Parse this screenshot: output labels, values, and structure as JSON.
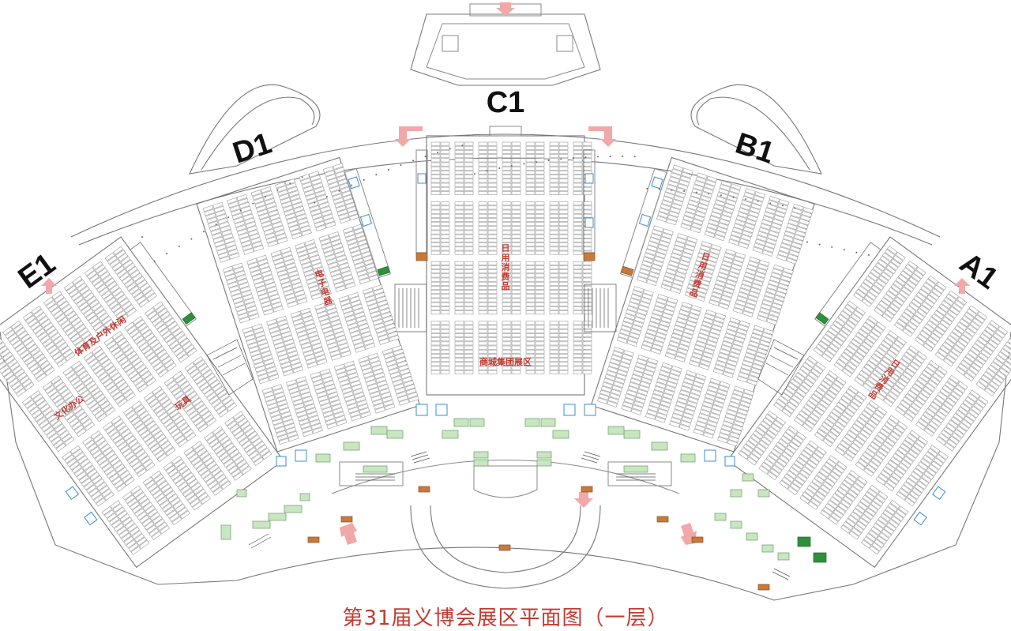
{
  "title": "第31届义博会展区平面图（一层）",
  "halls": [
    {
      "code": "C1"
    },
    {
      "code": "D1"
    },
    {
      "code": "B1"
    },
    {
      "code": "E1"
    },
    {
      "code": "A1"
    }
  ],
  "zones": [
    {
      "name": "日用消费品",
      "hall": "C1"
    },
    {
      "name": "商城集团展区",
      "hall": "C1"
    },
    {
      "name": "电子电器",
      "hall": "D1"
    },
    {
      "name": "日用消费品",
      "hall": "B1"
    },
    {
      "name": "体育及户外休闲",
      "hall": "E1"
    },
    {
      "name": "文化办公",
      "hall": "E1"
    },
    {
      "name": "玩具",
      "hall": "E1"
    },
    {
      "name": "日用消费品",
      "hall": "A1"
    }
  ],
  "colors": {
    "title": "#c23b32",
    "zone_label": "#c23b32",
    "arrow": "#f1a8a8",
    "service_green": "#c8e6c0",
    "service_dark_green": "#2f8f3a",
    "service_brown": "#c77a3b",
    "restroom_blue": "#3c8ccf"
  },
  "icons": [
    "restroom-icon",
    "entrance-arrow-icon",
    "staircase-icon"
  ]
}
